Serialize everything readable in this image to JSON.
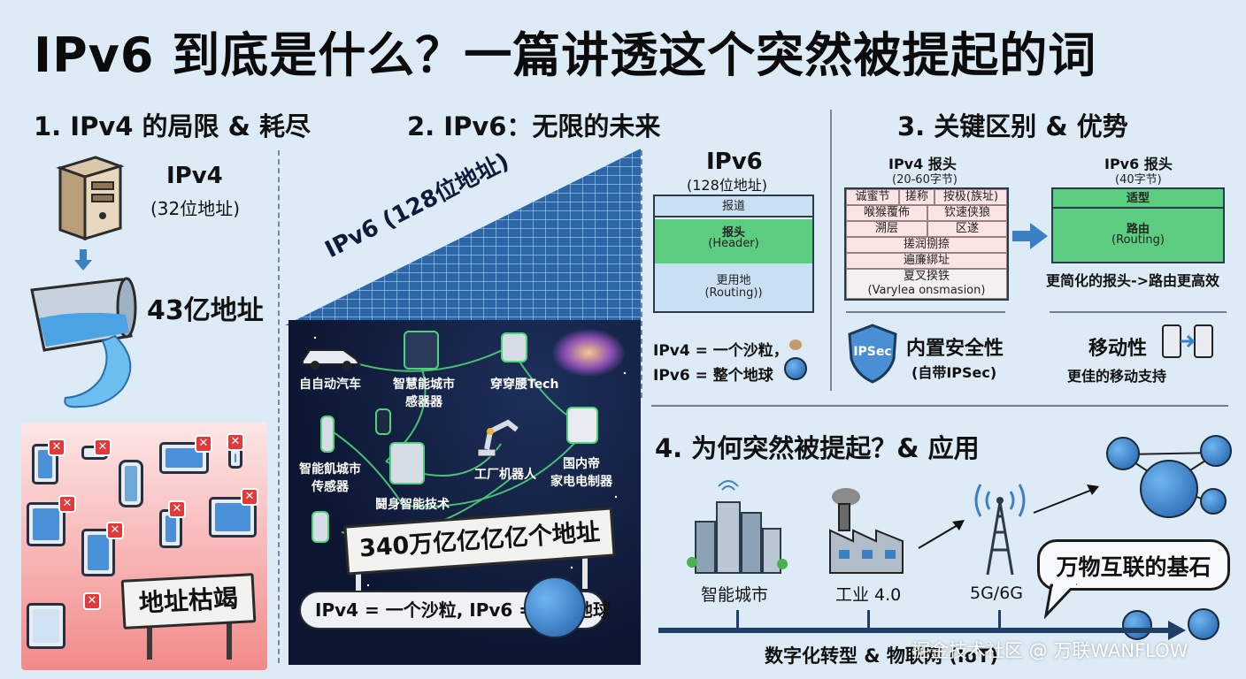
{
  "title": "IPv6 到底是什么？一篇讲透这个突然被提起的词",
  "sec1": {
    "heading": "1. IPv4 的局限 & 耗尽",
    "ipv4_label": "IPv4",
    "ipv4_bits": "(32位地址)",
    "addr_count": "43亿地址",
    "sign": "地址枯竭",
    "x_mark": "✕"
  },
  "sec2": {
    "heading": "2. IPv6：无限的未来",
    "grid_label": "IPv6 (128位地址)",
    "nodes": {
      "car": "自自动汽车",
      "city_sensor": "智慧能城市\n感器器",
      "tech": "穿穿腰Tech",
      "city_sensor2": "智能飢城市\n传感器",
      "robot": "工厂机器人",
      "appliance": "国内帝\n家电电制器",
      "wearable": "鬪身智能技术"
    },
    "sign": "340万亿亿亿亿个地址",
    "banner": "IPv4 = 一个沙粒, IPv6 = 整个地球"
  },
  "sec3": {
    "heading": "3. 关键区别 & 优势",
    "ipv6_title": "IPv6",
    "ipv6_bits": "(128位地址)",
    "box_rows": [
      "报道",
      "报头",
      "(Header)",
      "更用地",
      "(Routing))"
    ],
    "compare1": "IPv4 = 一个沙粒，",
    "compare2": "IPv6 = 整个地球",
    "v4hdr_title": "IPv4 报头",
    "v4hdr_size": "(20-60字节)",
    "v4hdr_cells": [
      "诚蜜节",
      "搓称",
      "按极(族址)",
      "喉猴覆佈",
      "钦速侠狼",
      "溯层",
      "区遂",
      "搓润捌捺",
      "遍廉綁址",
      "夏叉揆铁",
      "(Varylea onsmasion)"
    ],
    "v6hdr_title": "IPv6 报头",
    "v6hdr_size": "(40字节)",
    "v6hdr_rows": [
      "适型",
      "路由",
      "(Routing)"
    ],
    "v6_caption": "更简化的报头->路由更高效",
    "ipsec_badge": "IPSec",
    "security_title": "内置安全性",
    "security_sub": "(自带IPSec)",
    "mobility_title": "移动性",
    "mobility_sub": "更佳的移动支持"
  },
  "sec4": {
    "heading": "4. 为何突然被提起？& 应用",
    "smart_city": "智能城市",
    "industry": "工业 4.0",
    "g5": "5G/6G",
    "iot_bubble": "万物互联的基石",
    "timeline": "数字化转型 & 物联网 (IoT)",
    "watermark": "掘金技术社区 @ 万联WANFLOW"
  }
}
